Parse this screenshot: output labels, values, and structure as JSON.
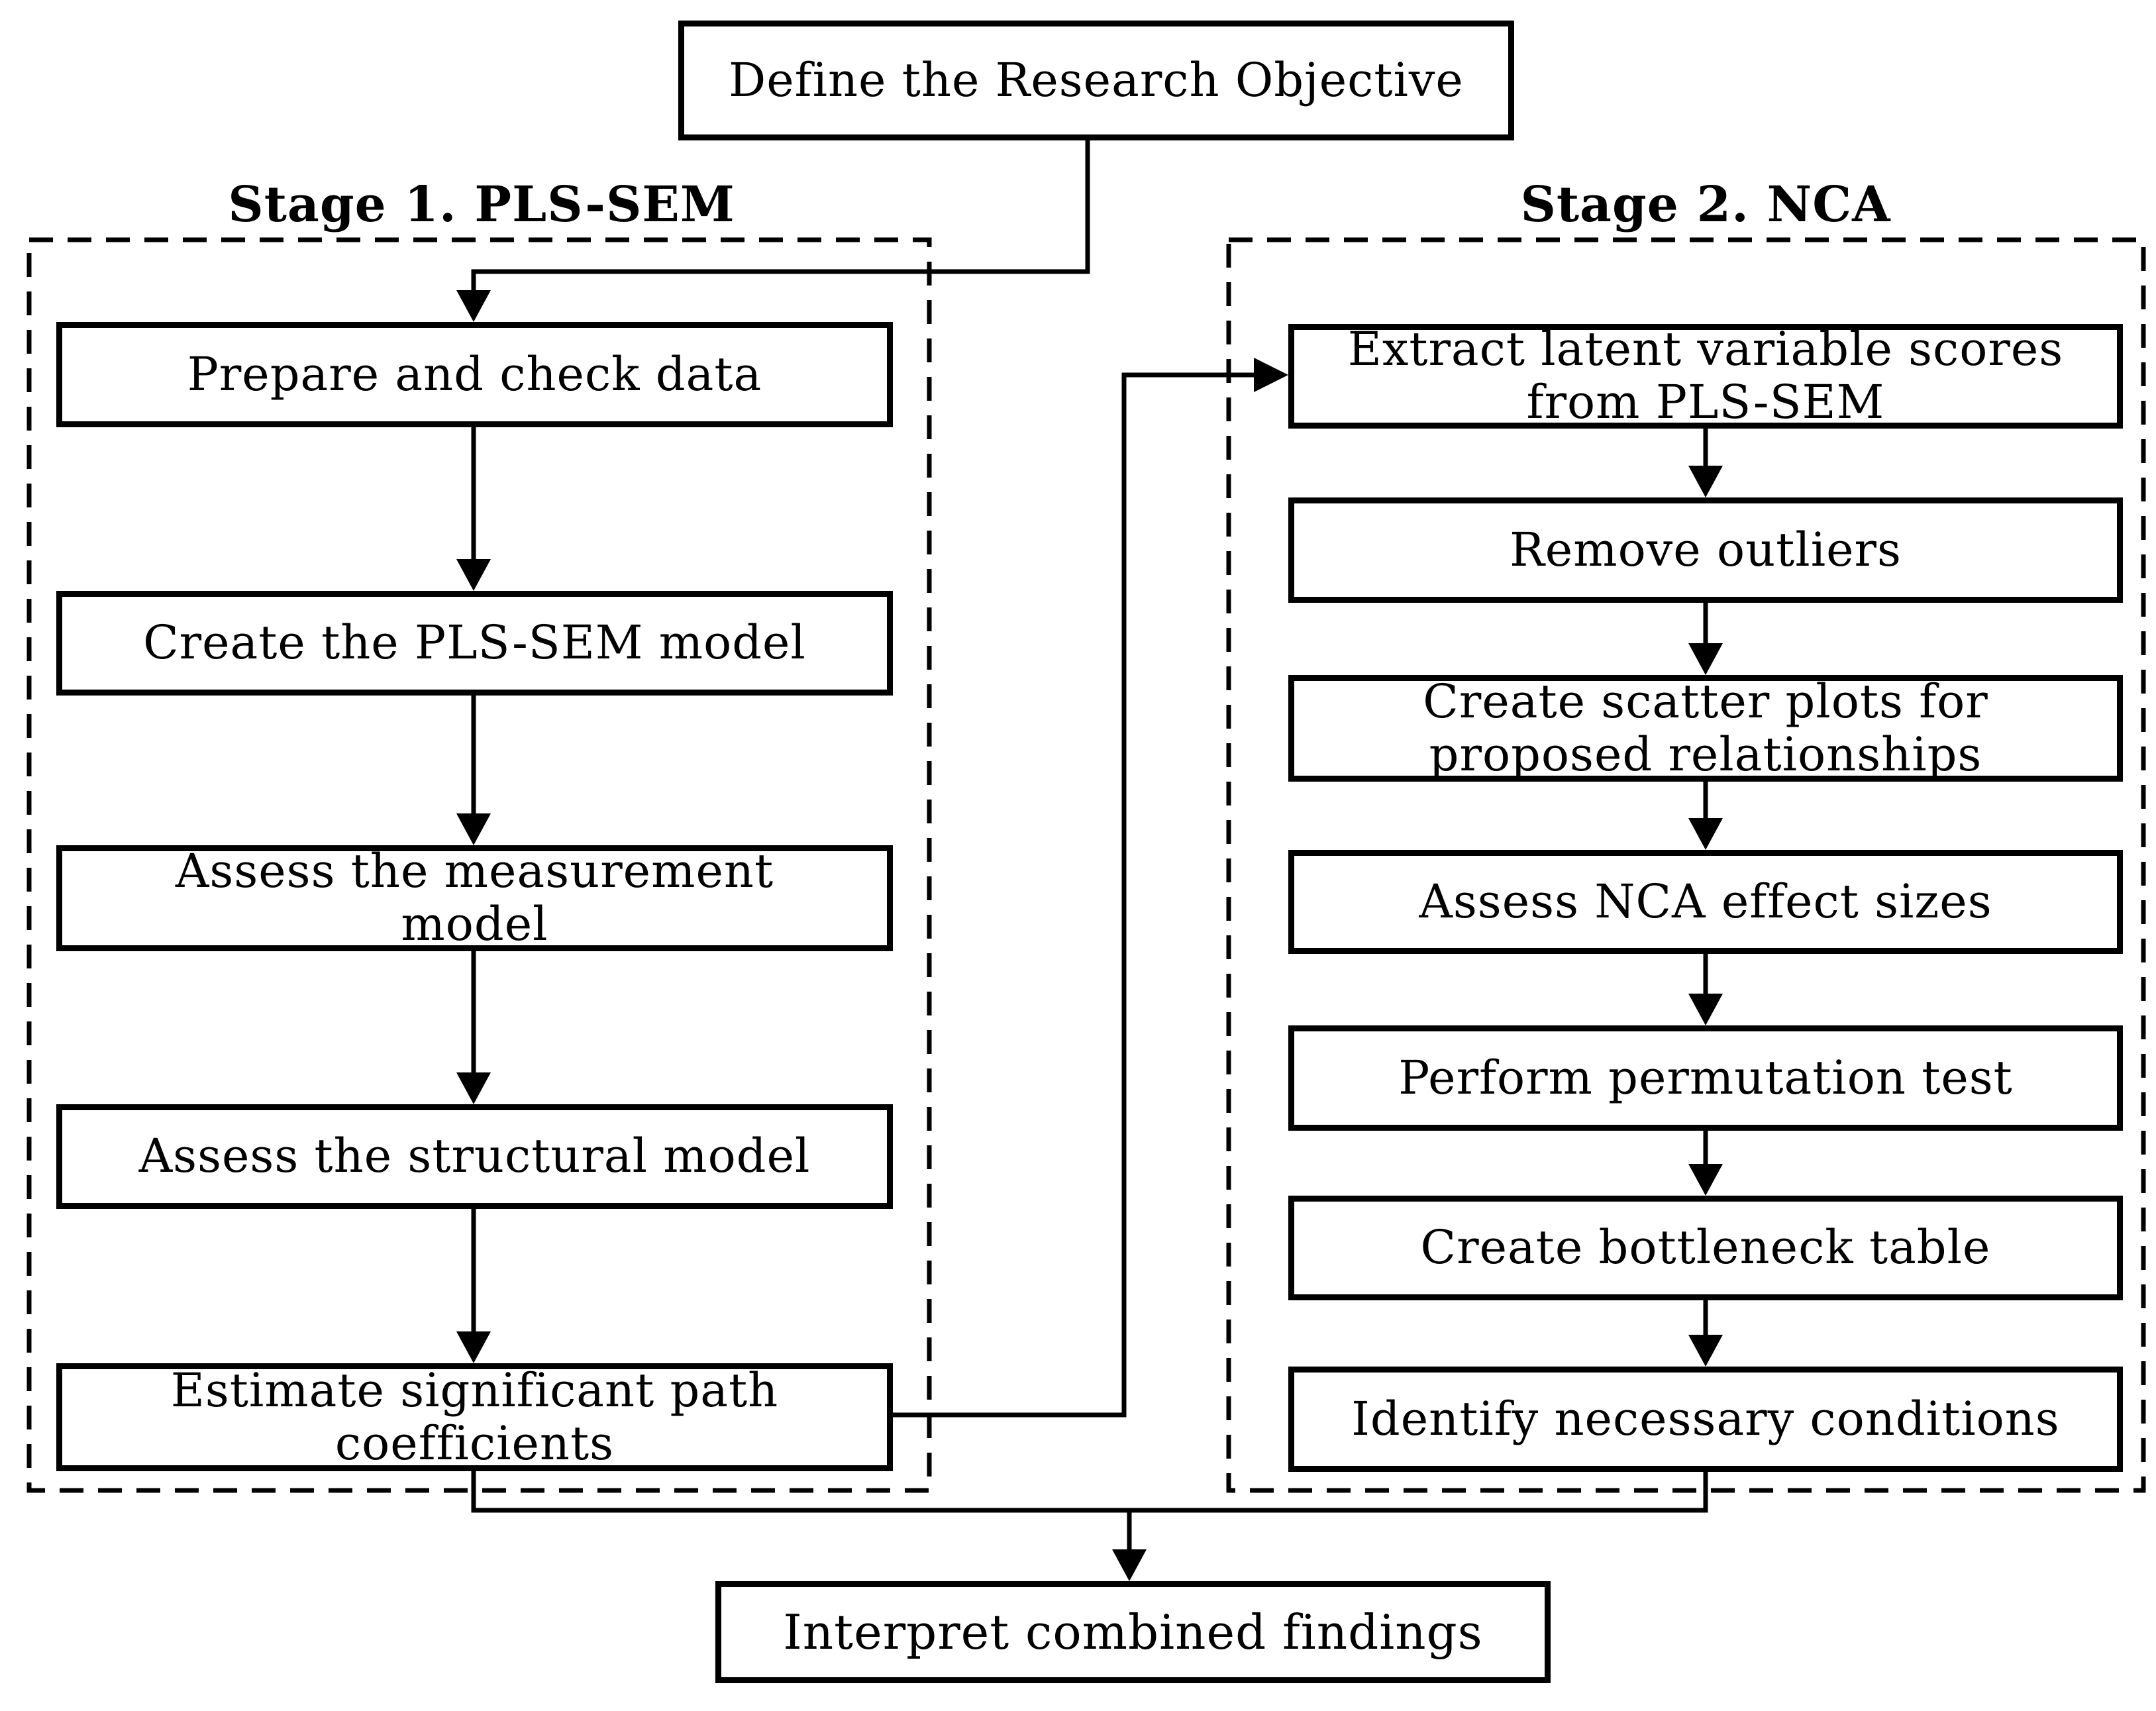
{
  "diagram": {
    "top": {
      "title": "Define the Research Objective"
    },
    "stage1": {
      "label": "Stage 1. PLS-SEM",
      "steps": [
        "Prepare and check data",
        "Create the PLS-SEM model",
        "Assess the measurement\nmodel",
        "Assess the structural model",
        "Estimate significant path\ncoefficients"
      ]
    },
    "stage2": {
      "label": "Stage 2. NCA",
      "steps": [
        "Extract latent variable scores\nfrom PLS-SEM",
        "Remove outliers",
        "Create scatter plots for\nproposed relationships",
        "Assess NCA effect sizes",
        "Perform permutation test",
        "Create bottleneck table",
        "Identify necessary conditions"
      ]
    },
    "bottom": {
      "title": "Interpret combined findings"
    },
    "colors": {
      "line": "#000000",
      "background": "#ffffff"
    }
  }
}
